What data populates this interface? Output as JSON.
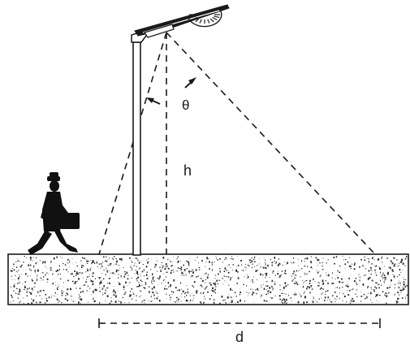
{
  "labels": {
    "angle": "θ",
    "height": "h",
    "distance": "d"
  },
  "colors": {
    "ink": "#1a1a1a",
    "ground_fill": "#ffffff",
    "speckle": "#2a2a2a"
  }
}
